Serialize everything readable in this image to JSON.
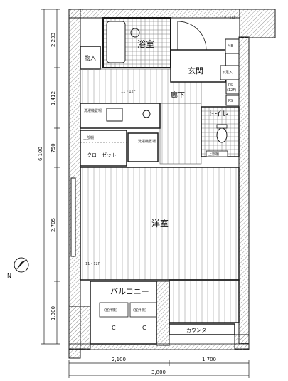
{
  "rooms": {
    "bathroom": "浴室",
    "entrance": "玄関",
    "corridor": "廊下",
    "toilet": "トイレ",
    "western_room": "洋室",
    "balcony": "バルコニー",
    "closet": "クローゼット",
    "storage_in": "物入",
    "washer_space_1": "洗濯機置場",
    "washer_space_2": "洗濯機置場",
    "counter": "カウンター"
  },
  "fixtures": {
    "mb": "MB",
    "ps_1": "PS",
    "ps_1_sub": "(12F)",
    "ps_2": "PS",
    "shoe_box": "下足入",
    "upper_shelf_1": "上部棚",
    "upper_shelf_2": "上部棚",
    "balcony_ac_1": "(室外機)",
    "balcony_ac_2": "(室外機)",
    "balcony_c_1": "C",
    "balcony_c_2": "C",
    "note_top": "12~16F",
    "note_11_12f_1": "11・12F",
    "note_11_12f_2": "11・12F",
    "compass": "N"
  },
  "dimensions": {
    "v_1": "2,233",
    "v_2": "1,412",
    "v_3": "750",
    "v_4": "2,705",
    "v_5": "1,300",
    "v_total": "6,100",
    "h_1": "2,100",
    "h_2": "1,700",
    "h_total": "3,800"
  },
  "colors": {
    "wall": "#1a1a1a",
    "hatch": "#9a9a9a",
    "floor_line": "#555555",
    "background": "#ffffff"
  }
}
